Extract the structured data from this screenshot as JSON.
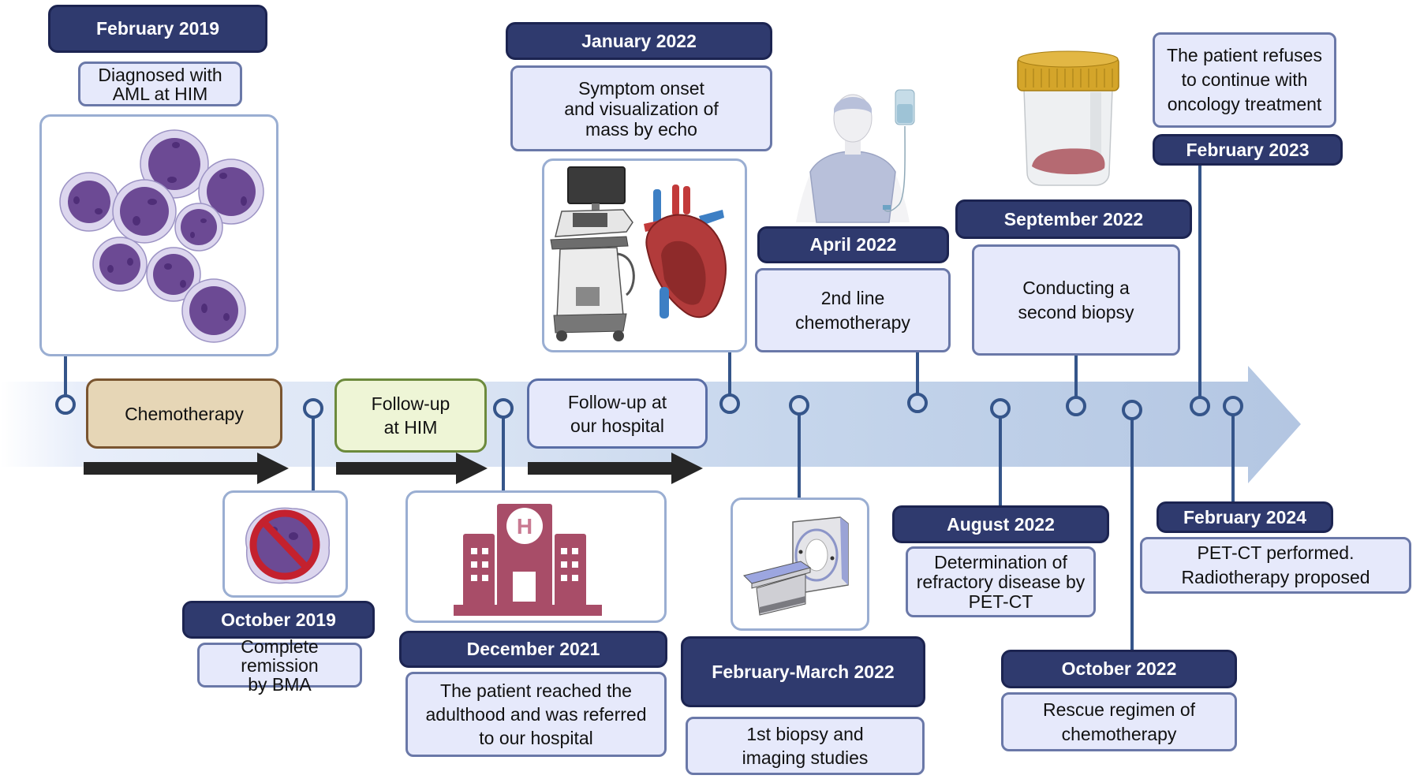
{
  "colors": {
    "header_bg": "#2f3a6e",
    "desc_bg": "#e6e9fb",
    "timeline_band": "#b7c8e2",
    "connector": "#35558a",
    "chemo_phase": "#e6d6b6",
    "followup_him_phase": "#eef5d6",
    "followup_ours_phase": "#e6e9fb",
    "progress_arrow": "#262626"
  },
  "phases": [
    {
      "label": "Chemotherapy"
    },
    {
      "label": "Follow-up\nat HIM"
    },
    {
      "label": "Follow-up at\nour hospital"
    }
  ],
  "events": {
    "feb2019": {
      "date": "February 2019",
      "text": "Diagnosed with\nAML at HIM",
      "icon": "leukemia-cells-icon"
    },
    "oct2019": {
      "date": "October 2019",
      "text": "Complete remission\nby BMA",
      "icon": "no-cancer-cell-icon"
    },
    "dec2021": {
      "date": "December 2021",
      "text": "The patient reached the\nadulthood and was referred\nto our hospital",
      "icon": "hospital-icon",
      "icon_letter": "H"
    },
    "jan2022": {
      "date": "January 2022",
      "text": "Symptom onset\nand visualization of\nmass by echo",
      "icon": "echocardiography-heart-icon"
    },
    "febmar2022": {
      "date": "February-March 2022",
      "text": "1st biopsy and\nimaging studies",
      "icon": "ct-scanner-icon"
    },
    "apr2022": {
      "date": "April 2022",
      "text": "2nd line\nchemotherapy",
      "icon": "patient-iv-drip-icon"
    },
    "aug2022": {
      "date": "August 2022",
      "text": "Determination of\nrefractory disease by\nPET-CT"
    },
    "sep2022": {
      "date": "September 2022",
      "text": "Conducting a\nsecond biopsy",
      "icon": "biopsy-jar-icon"
    },
    "oct2022": {
      "date": "October 2022",
      "text": "Rescue regimen of\nchemotherapy"
    },
    "feb2023": {
      "date": "February 2023",
      "text": "The patient refuses\nto continue with\noncology treatment"
    },
    "feb2024": {
      "date": "February 2024",
      "text": "PET-CT performed.\nRadiotherapy proposed"
    }
  }
}
